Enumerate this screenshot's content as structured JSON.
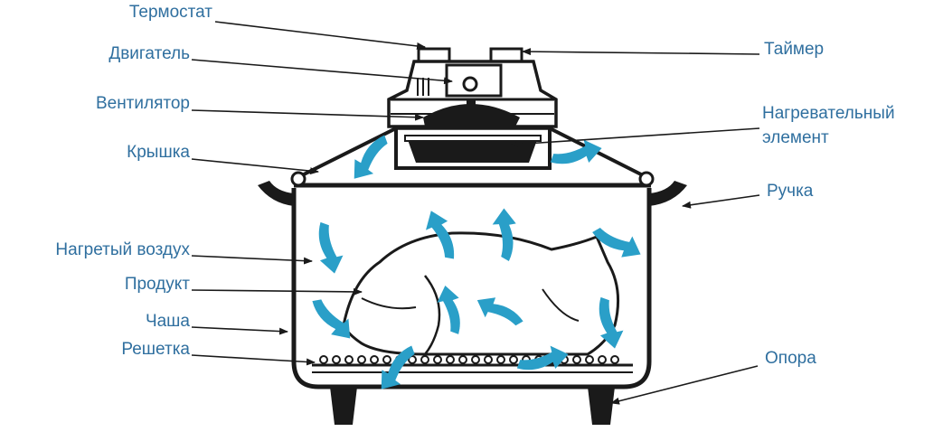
{
  "colors": {
    "label": "#2f6f9f",
    "arrow": "#2a9fc8",
    "line": "#1a1a1a"
  },
  "labels": {
    "thermostat": "Термостат",
    "motor": "Двигатель",
    "fan": "Вентилятор",
    "lid": "Крышка",
    "hot_air": "Нагретый воздух",
    "product": "Продукт",
    "bowl": "Чаша",
    "rack": "Решетка",
    "timer": "Таймер",
    "heating_element_line1": "Нагревательный",
    "heating_element_line2": "элемент",
    "handle": "Ручка",
    "support": "Опора"
  }
}
